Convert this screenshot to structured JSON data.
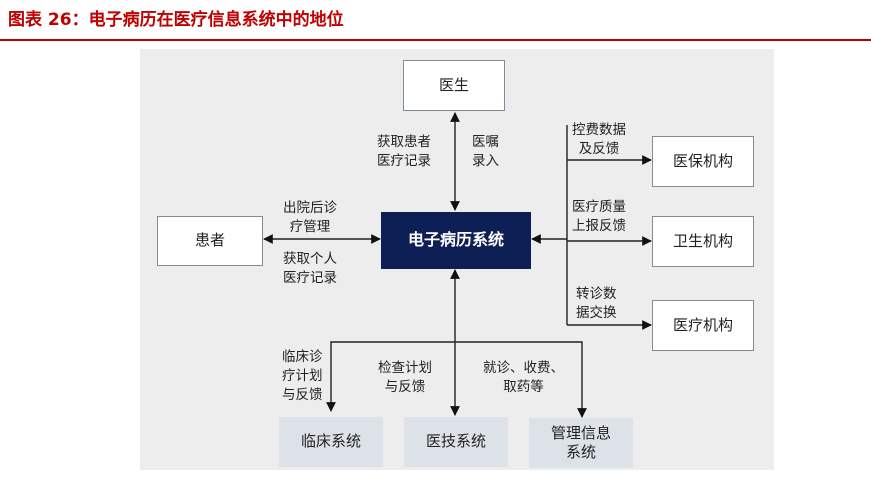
{
  "figure_title": "图表 26：电子病历在医疗信息系统中的地位",
  "nodes": {
    "doctor": "医生",
    "patient": "患者",
    "emr": "电子病历系统",
    "insurance": "医保机构",
    "health": "卫生机构",
    "medical": "医疗机构",
    "clinical": "临床系统",
    "medtech": "医技系统",
    "mgmt_l1": "管理信息",
    "mgmt_l2": "系统"
  },
  "labels": {
    "get_records_l1": "获取患者",
    "get_records_l2": "医疗记录",
    "orders_l1": "医嘱",
    "orders_l2": "录入",
    "discharge_l1": "出院后诊",
    "discharge_l2": "疗管理",
    "personal_l1": "获取个人",
    "personal_l2": "医疗记录",
    "cost_l1": "控费数据",
    "cost_l2": "及反馈",
    "quality_l1": "医疗质量",
    "quality_l2": "上报反馈",
    "referral_l1": "转诊数",
    "referral_l2": "据交换",
    "clin_plan_l1": "临床诊",
    "clin_plan_l2": "疗计划",
    "clin_plan_l3": "与反馈",
    "exam_l1": "检查计划",
    "exam_l2": "与反馈",
    "visit_l1": "就诊、收费、",
    "visit_l2": "取药等"
  },
  "colors": {
    "title_red": "#c00000",
    "core_navy": "#0d1f55",
    "panel_gray": "#ededed"
  }
}
